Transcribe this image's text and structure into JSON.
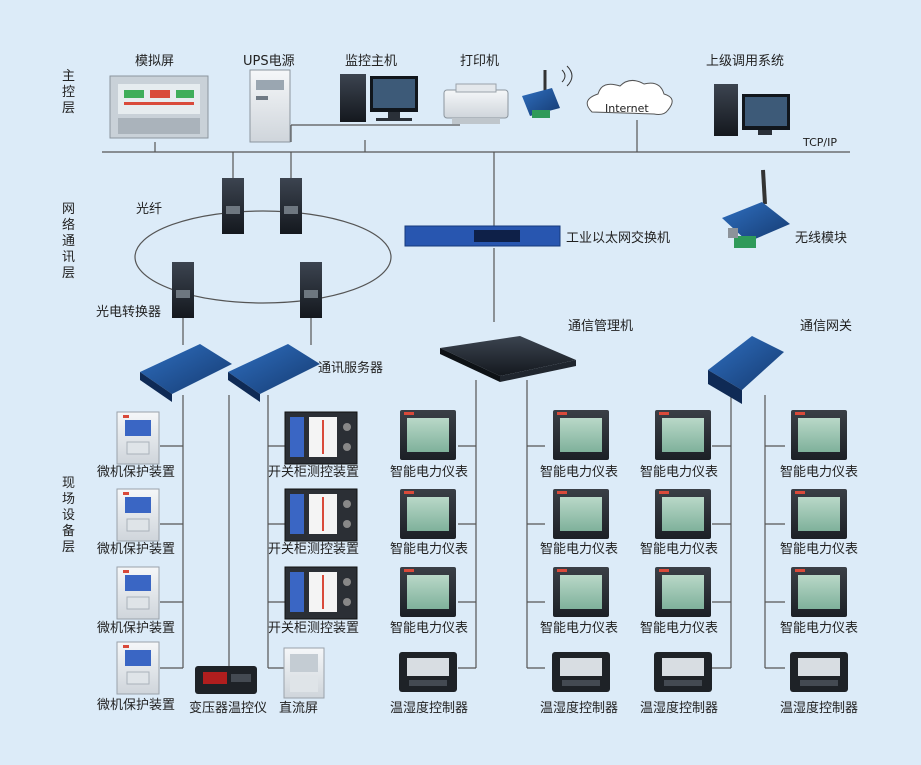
{
  "layers": {
    "top": "主控层",
    "middle": "网络通讯层",
    "bottom": "现场设备层"
  },
  "top": {
    "mimic": "模拟屏",
    "ups": "UPS电源",
    "host": "监控主机",
    "printer": "打印机",
    "upper": "上级调用系统",
    "internet": "Internet",
    "tcpip": "TCP/IP"
  },
  "network": {
    "fiber": "光纤",
    "converter": "光电转换器",
    "switch": "工业以太网交换机",
    "wireless": "无线模块",
    "comm_server": "通讯服务器",
    "comm_manager": "通信管理机",
    "gateway": "通信网关"
  },
  "field": {
    "protection": "微机保护装置",
    "switchgear": "开关柜测控装置",
    "meter": "智能电力仪表",
    "temp_hum": "温湿度控制器",
    "transformer_temp": "变压器温控仪",
    "dc_panel": "直流屏"
  },
  "colors": {
    "background": "#dcebf8",
    "line": "#555555",
    "device_dark": "#1e2a3a",
    "device_blue": "#1f4a8a"
  }
}
